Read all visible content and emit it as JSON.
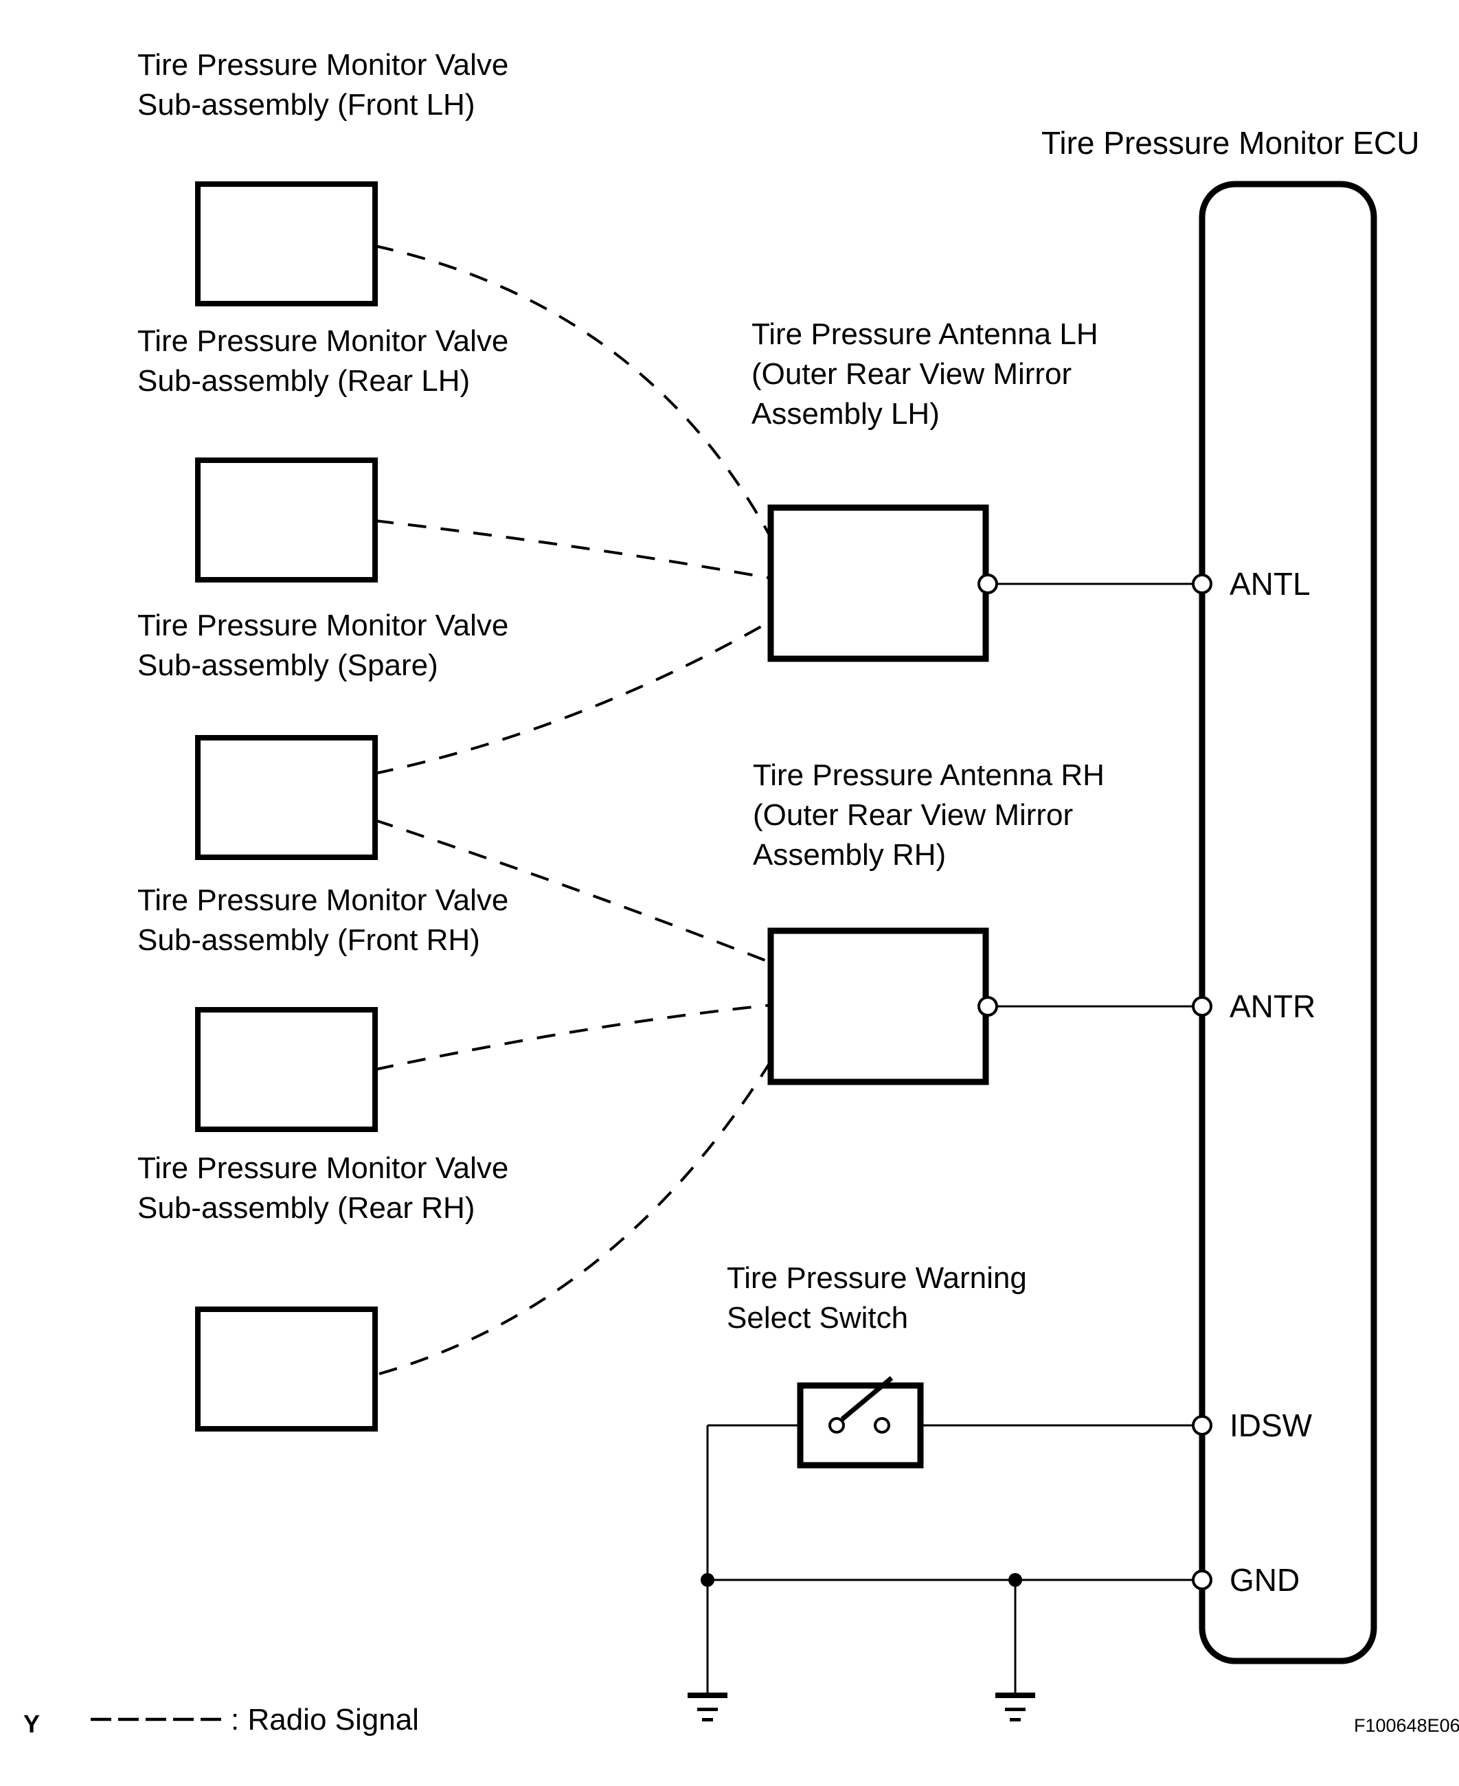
{
  "diagram": {
    "ecu": {
      "title": "Tire Pressure Monitor ECU",
      "terminals": [
        {
          "label": "ANTL"
        },
        {
          "label": "ANTR"
        },
        {
          "label": "IDSW"
        },
        {
          "label": "GND"
        }
      ]
    },
    "valves": [
      {
        "lines": [
          "Tire Pressure Monitor Valve",
          "Sub-assembly (Front LH)"
        ]
      },
      {
        "lines": [
          "Tire Pressure Monitor Valve",
          "Sub-assembly (Rear LH)"
        ]
      },
      {
        "lines": [
          "Tire Pressure Monitor Valve",
          "Sub-assembly (Spare)"
        ]
      },
      {
        "lines": [
          "Tire Pressure Monitor Valve",
          "Sub-assembly (Front RH)"
        ]
      },
      {
        "lines": [
          "Tire Pressure Monitor Valve",
          "Sub-assembly (Rear RH)"
        ]
      }
    ],
    "antennas": [
      {
        "lines": [
          "Tire Pressure Antenna LH",
          "(Outer Rear View Mirror",
          "Assembly LH)"
        ]
      },
      {
        "lines": [
          "Tire Pressure Antenna RH",
          "(Outer Rear View Mirror",
          "Assembly RH)"
        ]
      }
    ],
    "select_switch": {
      "lines": [
        "Tire Pressure Warning",
        "Select Switch"
      ]
    },
    "legend": {
      "label": ": Radio Signal"
    },
    "footer": {
      "page_marker": "Y",
      "figure_code": "F100648E06"
    },
    "colors": {
      "ink": "#000000",
      "background": "#ffffff"
    }
  }
}
